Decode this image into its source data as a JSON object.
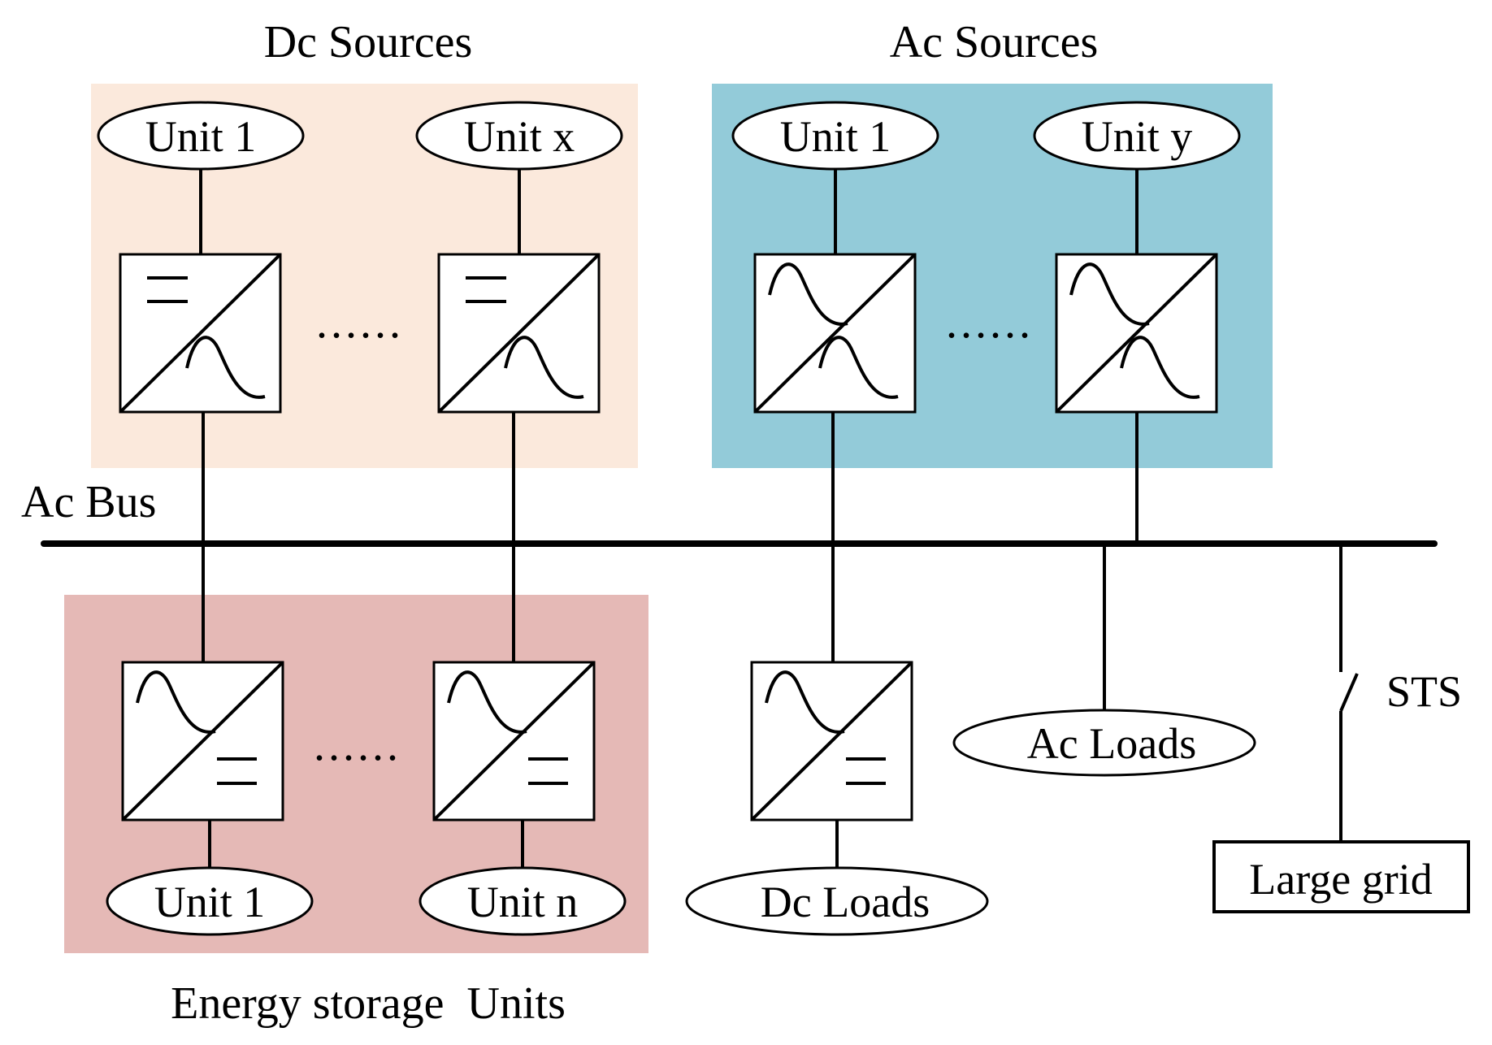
{
  "groups": {
    "dc_sources": {
      "title": "Dc Sources",
      "color": "#fbe9dc",
      "unit_first": "Unit 1",
      "unit_last": "Unit x"
    },
    "ac_sources": {
      "title": "Ac Sources",
      "color": "#93cbd9",
      "unit_first": "Unit 1",
      "unit_last": "Unit y"
    },
    "storage": {
      "title": "Energy storage  Units",
      "color": "#e5b9b6",
      "unit_first": "Unit 1",
      "unit_last": "Unit n"
    }
  },
  "bus": {
    "label": "Ac Bus"
  },
  "loads": {
    "ac": "Ac Loads",
    "dc": "Dc Loads"
  },
  "switch": {
    "label": "STS"
  },
  "grid": {
    "label": "Large grid"
  },
  "ellipsis": "......"
}
